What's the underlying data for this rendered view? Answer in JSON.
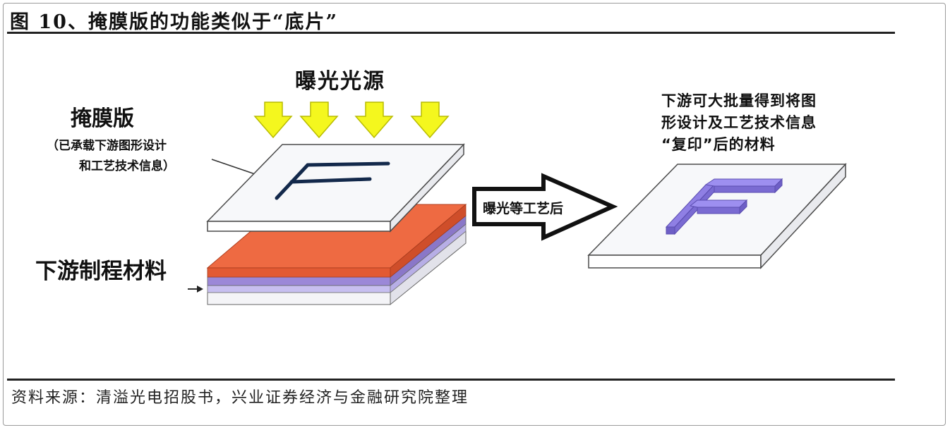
{
  "figure": {
    "title": "图 10、掩膜版的功能类似于“底片”",
    "source": "资料来源：清溢光电招股书，兴业证券经济与金融研究院整理"
  },
  "diagram": {
    "light_source": "曝光光源",
    "mask_label": "掩膜版",
    "mask_note_line1": "（已承载下游图形设计",
    "mask_note_line2": "和工艺技术信息）",
    "material_label": "下游制程材料",
    "process_arrow": "曝光等工艺后",
    "result_line1": "下游可大批量得到将图",
    "result_line2": "形设计及工艺技术信息",
    "result_line3": "“复印”后的材料",
    "colors": {
      "arrow_yellow": "#f4f71e",
      "arrow_yellow_edge": "#b8bb00",
      "orange_layer": "#ee6a42",
      "purple_layer": "#9b88d8",
      "pattern_dark": "#13294b",
      "pattern_purple": "#8f7fe4",
      "plate_white": "#f7f8fa",
      "plate_edge": "#4b4b4b"
    }
  }
}
